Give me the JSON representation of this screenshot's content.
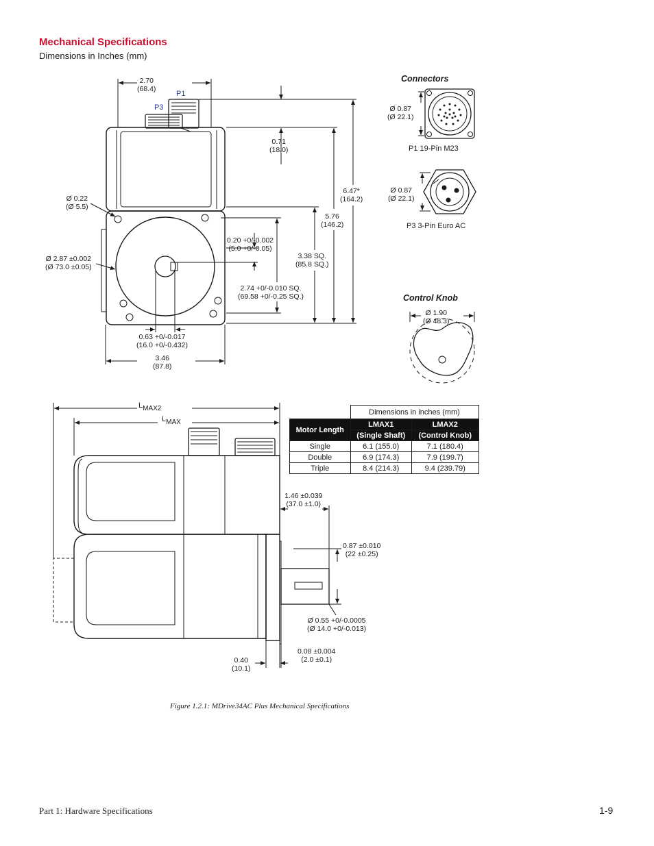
{
  "page": {
    "title": "Mechanical Specifications",
    "subtitle": "Dimensions in Inches (mm)",
    "caption": "Figure 1.2.1: MDrive34AC Plus Mechanical Specifications",
    "footer_left": "Part 1: Hardware Specifications",
    "footer_right": "1-9"
  },
  "front_view": {
    "p1": "P1",
    "p3": "P3",
    "dims": {
      "top_width": [
        "2.70",
        "(68.4)"
      ],
      "top_offset": [
        "0.71",
        "(18.0)"
      ],
      "overall_height": [
        "6.47*",
        "(164.2)"
      ],
      "body_height": [
        "5.76",
        "(146.2)"
      ],
      "hole_dia": [
        "Ø 0.22",
        "(Ø 5.5)"
      ],
      "pilot": [
        "0.20 +0/-0.002",
        "(5.0 +0/-0.05)"
      ],
      "flange_sq": [
        "3.38 SQ.",
        "(85.8 SQ.)"
      ],
      "boss_dia": [
        "Ø 2.87 ±0.002",
        "(Ø 73.0 ±0.05)"
      ],
      "bolt_sq": [
        "2.74 +0/-0.010 SQ.",
        "(69.58 +0/-0.25 SQ.)"
      ],
      "shaft_dia": [
        "0.63 +0/-0.017",
        "(16.0 +0/-0.432)"
      ],
      "body_width": [
        "3.46",
        "(87.8)"
      ]
    }
  },
  "connectors": {
    "heading": "Connectors",
    "p1_dia": [
      "Ø 0.87",
      "(Ø 22.1)"
    ],
    "p1_label": "P1 19-Pin M23",
    "p3_dia": [
      "Ø 0.87",
      "(Ø 22.1)"
    ],
    "p3_label": "P3 3-Pin Euro AC"
  },
  "control_knob": {
    "heading": "Control Knob",
    "dia": [
      "Ø 1.90",
      "(Ø 48.3)"
    ]
  },
  "side_view": {
    "lmax2_prefix": "L",
    "lmax2_sub": "MAX2",
    "lmax_prefix": "L",
    "lmax_sub": "MAX",
    "dims": {
      "shaft_len": [
        "1.46 ±0.039",
        "(37.0 ±1.0)"
      ],
      "flat_len": [
        "0.87 ±0.010",
        "(22 ±0.25)"
      ],
      "shaft_dia": [
        "Ø 0.55 +0/-0.0005",
        "(Ø 14.0 +0/-0.013)"
      ],
      "flange_thk": [
        "0.40",
        "(10.1)"
      ],
      "pilot_len": [
        "0.08 ±0.004",
        "(2.0 ±0.1)"
      ]
    }
  },
  "table": {
    "caption": "Dimensions in inches (mm)",
    "headers": [
      "Motor Length",
      "LMAX1",
      "LMAX2"
    ],
    "subheaders": [
      "",
      "(Single Shaft)",
      "(Control Knob)"
    ],
    "rows": [
      [
        "Single",
        "6.1 (155.0)",
        "7.1 (180.4)"
      ],
      [
        "Double",
        "6.9 (174.3)",
        "7.9 (199.7)"
      ],
      [
        "Triple",
        "8.4 (214.3)",
        "9.4 (239.79)"
      ]
    ]
  },
  "colors": {
    "title": "#c8102e",
    "label_blue": "#2b3a8c"
  }
}
